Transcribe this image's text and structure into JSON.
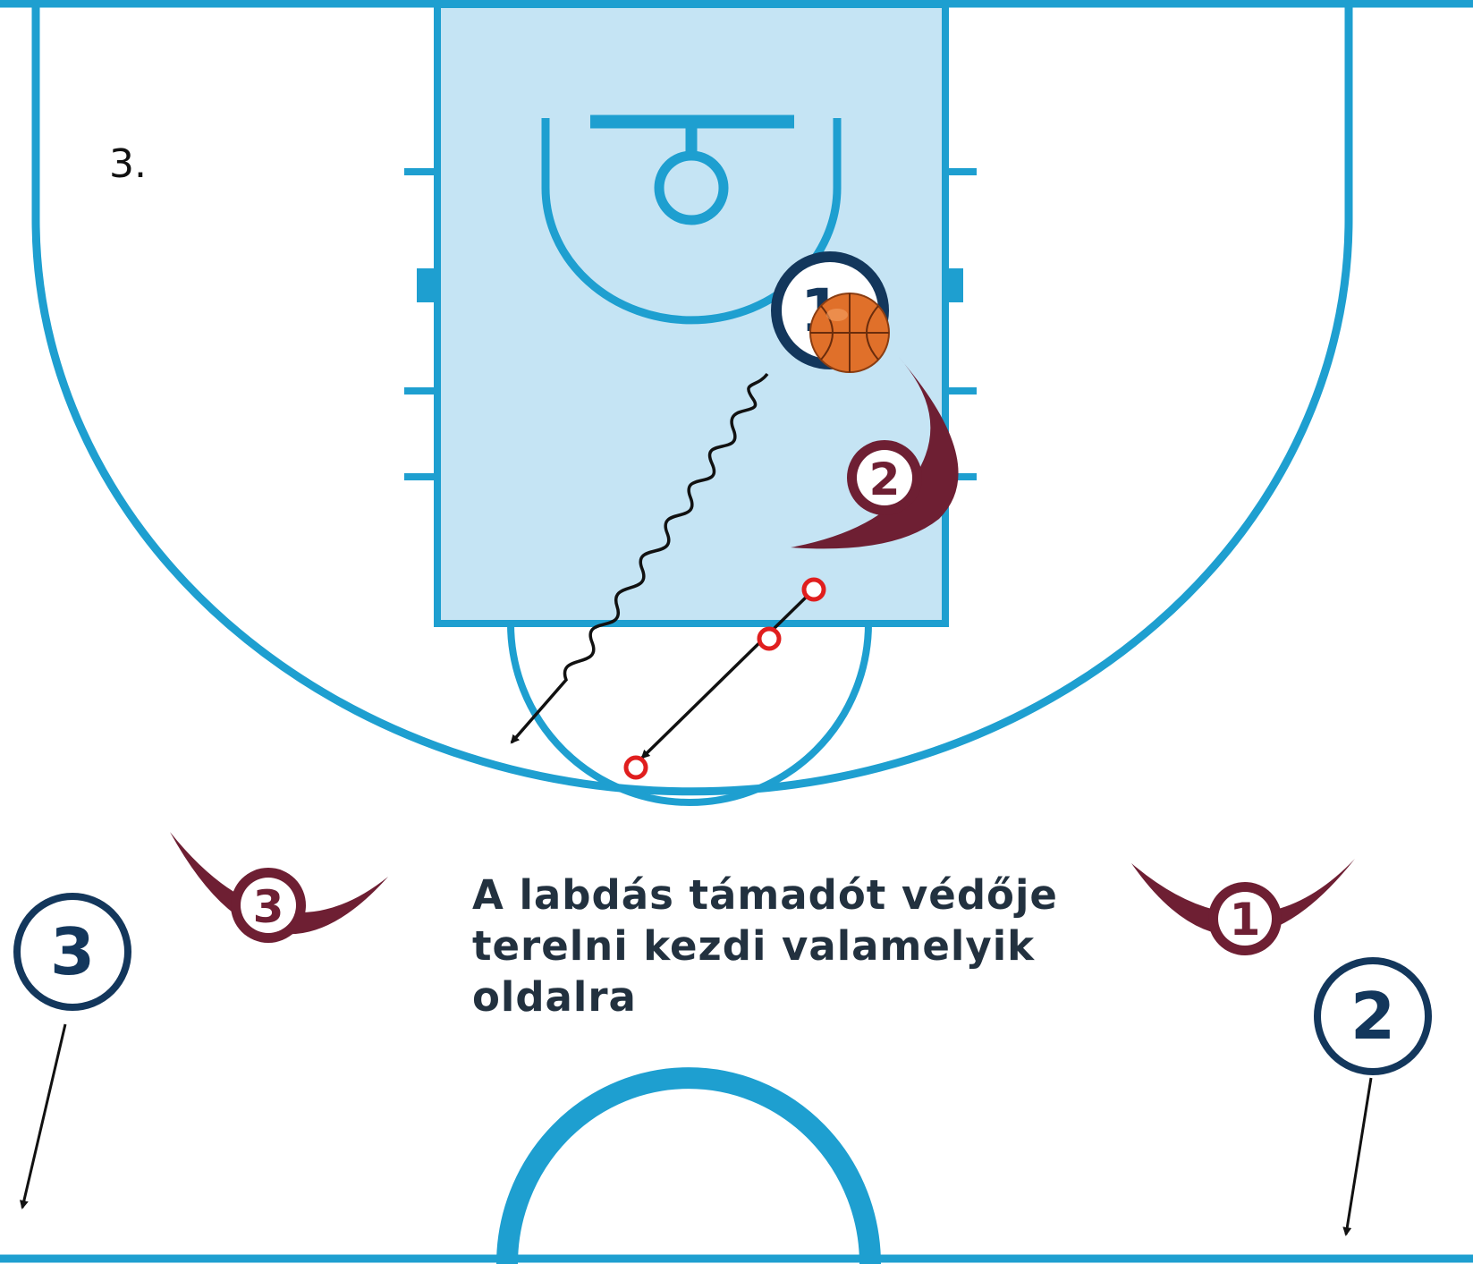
{
  "diagram": {
    "step_label": "3.",
    "caption_lines": [
      "A labdás támadót védője",
      "terelni kezdi valamelyik",
      "oldalra"
    ],
    "offense_players": [
      {
        "label": "1",
        "has_ball": true
      },
      {
        "label": "2"
      },
      {
        "label": "3"
      }
    ],
    "defense_players": [
      {
        "label": "1"
      },
      {
        "label": "2"
      },
      {
        "label": "3"
      }
    ],
    "colors": {
      "court_line": "#1e9fd0",
      "paint_fill": "#c5e4f4",
      "offense": "#13375c",
      "defense": "#6e1f33",
      "ball": "#e0702a",
      "arrow": "#111111",
      "cone": "#e01e1e",
      "caption": "#22313f"
    }
  }
}
